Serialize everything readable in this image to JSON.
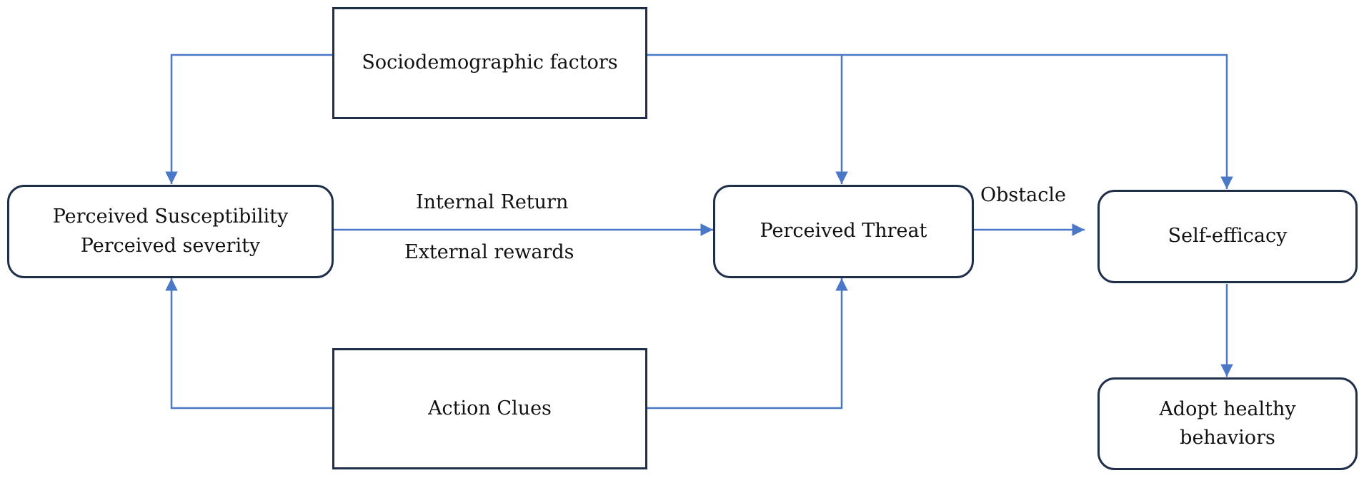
{
  "colors": {
    "arrow": "#4a78c6",
    "box_border": "#1f2f4a",
    "text": "#111111"
  },
  "nodes": {
    "sociodemographic": {
      "label": "Sociodemographic factors"
    },
    "susceptibility": {
      "line1": "Perceived Susceptibility",
      "line2": "Perceived severity"
    },
    "threat": {
      "label": "Perceived Threat"
    },
    "self_efficacy": {
      "label": "Self-efficacy"
    },
    "action_clues": {
      "label": "Action Clues"
    },
    "adopt": {
      "line1": "Adopt healthy",
      "line2": "behaviors"
    }
  },
  "edges": {
    "internal_return": "Internal Return",
    "external_rewards": "External rewards",
    "obstacle": "Obstacle"
  }
}
